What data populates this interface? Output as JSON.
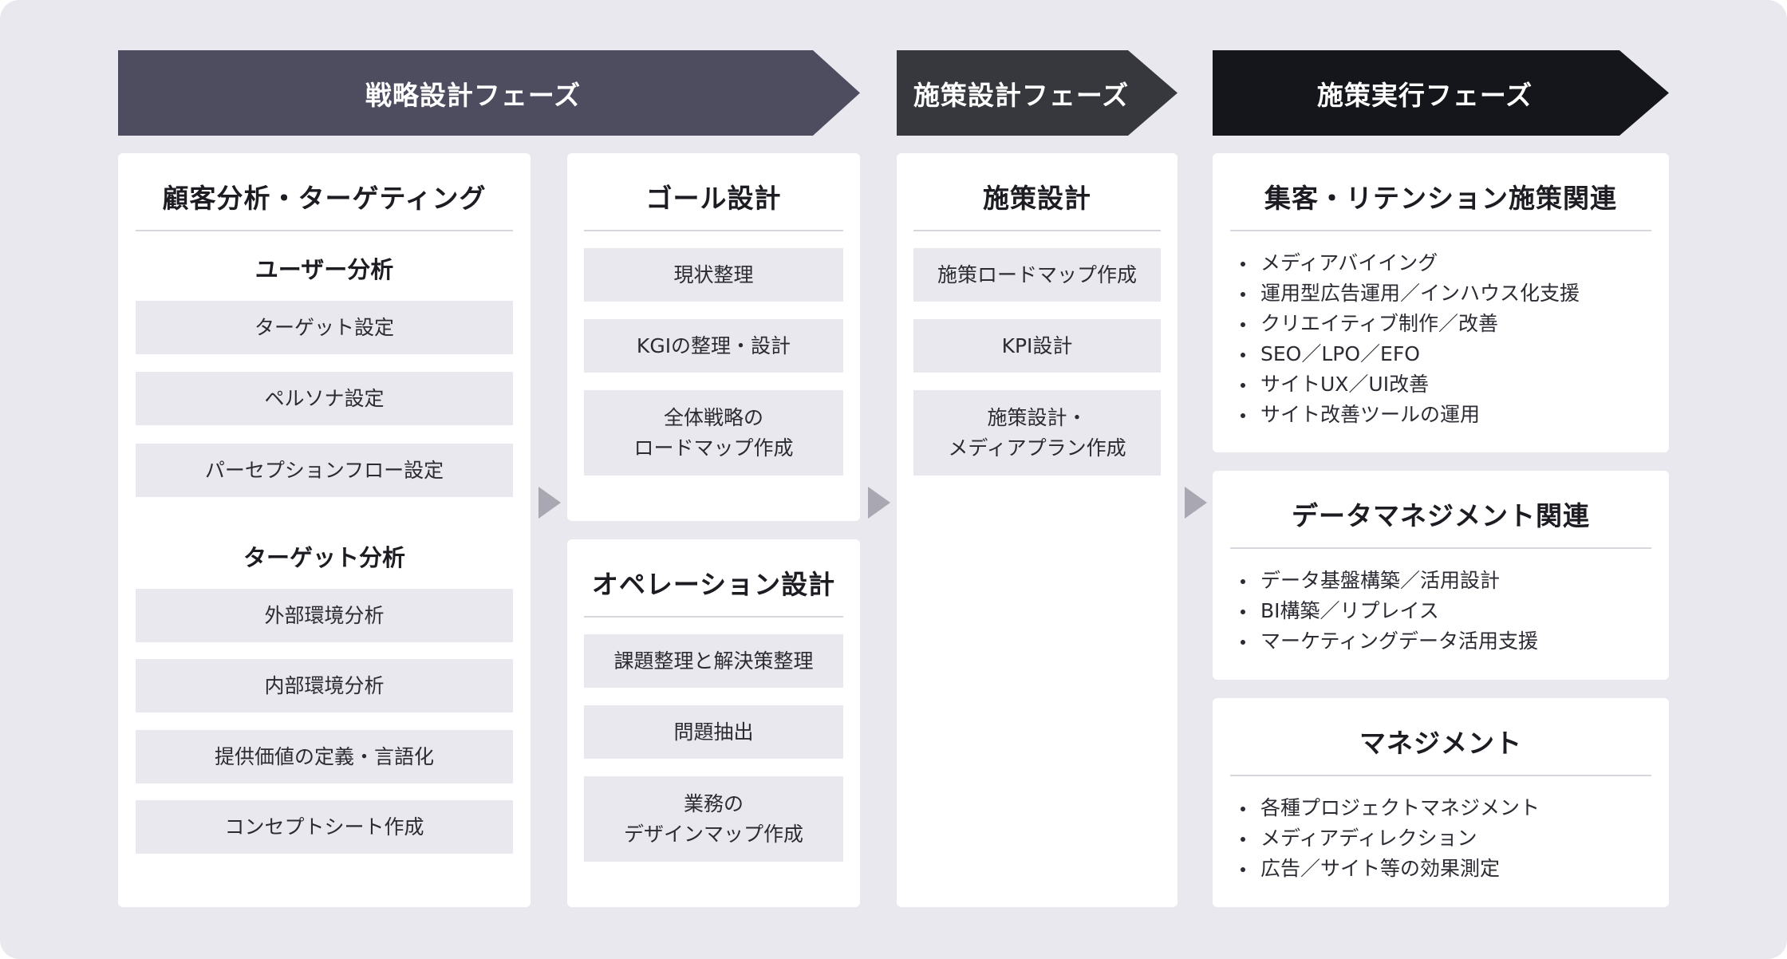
{
  "phases": {
    "strategy": "戦略設計フェーズ",
    "measure_design": "施策設計フェーズ",
    "measure_exec": "施策実行フェーズ"
  },
  "colors": {
    "background": "#e9e8ee",
    "strategy_phase": "#4e4d60",
    "measure_design_phase": "#36383d",
    "measure_exec_phase": "#15161c",
    "card": "#ffffff",
    "item_box": "#e9e8ee",
    "connector": "#a9a8b2"
  },
  "customer": {
    "title": "顧客分析・ターゲティング",
    "user_analysis": {
      "title": "ユーザー分析",
      "items": [
        "ターゲット設定",
        "ペルソナ設定",
        "パーセプションフロー設定"
      ]
    },
    "target_analysis": {
      "title": "ターゲット分析",
      "items": [
        "外部環境分析",
        "内部環境分析",
        "提供価値の定義・言語化",
        "コンセプトシート作成"
      ]
    }
  },
  "goal": {
    "title": "ゴール設計",
    "items": [
      {
        "line1": "現状整理",
        "line2": ""
      },
      {
        "line1": "KGIの整理・設計",
        "line2": ""
      },
      {
        "line1": "全体戦略の",
        "line2": "ロードマップ作成"
      }
    ]
  },
  "operation": {
    "title": "オペレーション設計",
    "items": [
      {
        "line1": "課題整理と解決策整理",
        "line2": ""
      },
      {
        "line1": "問題抽出",
        "line2": ""
      },
      {
        "line1": "業務の",
        "line2": "デザインマップ作成"
      }
    ]
  },
  "measure": {
    "title": "施策設計",
    "items": [
      {
        "line1": "施策ロードマップ作成",
        "line2": ""
      },
      {
        "line1": "KPI設計",
        "line2": ""
      },
      {
        "line1": "施策設計・",
        "line2": "メディアプラン作成"
      }
    ]
  },
  "acquisition": {
    "title": "集客・リテンション施策関連",
    "bullets": [
      "メディアバイイング",
      "運用型広告運用／インハウス化支援",
      "クリエイティブ制作／改善",
      "SEO／LPO／EFO",
      "サイトUX／UI改善",
      "サイト改善ツールの運用"
    ]
  },
  "data_mgmt": {
    "title": "データマネジメント関連",
    "bullets": [
      "データ基盤構築／活用設計",
      "BI構築／リプレイス",
      "マーケティングデータ活用支援"
    ]
  },
  "management": {
    "title": "マネジメント",
    "bullets": [
      "各種プロジェクトマネジメント",
      "メディアディレクション",
      "広告／サイト等の効果測定"
    ]
  }
}
